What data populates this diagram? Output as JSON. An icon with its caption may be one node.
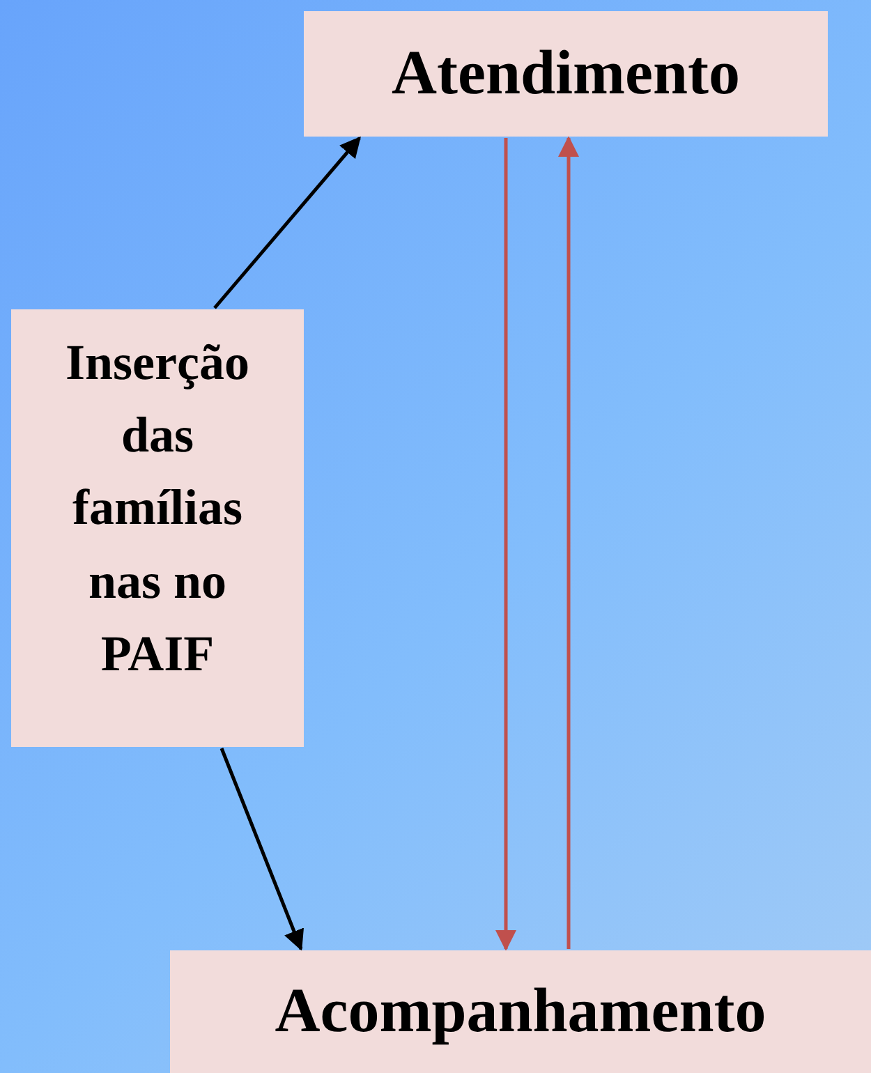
{
  "diagram": {
    "nodes": [
      {
        "text": [
          "Atendimento"
        ]
      },
      {
        "text": [
          "Inserção das famílias nas no PAIF"
        ]
      },
      {
        "text": [
          "Acompanhamento"
        ]
      }
    ],
    "edges": [
      {
        "from": 1,
        "to": 0,
        "arrow": "to"
      },
      {
        "from": 1,
        "to": 2,
        "arrow": "to"
      },
      {
        "from": 0,
        "to": 2,
        "arrow": "to",
        "color": "#c0504d"
      },
      {
        "from": 2,
        "to": 0,
        "arrow": "to",
        "color": "#c0504d"
      }
    ]
  }
}
